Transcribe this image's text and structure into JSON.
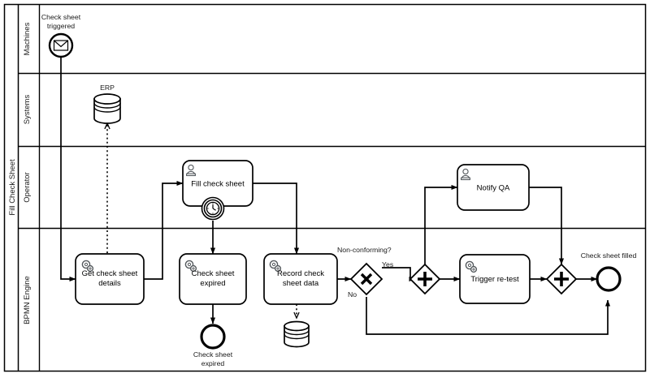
{
  "pool": {
    "name": "Fill Check Sheet",
    "lanes": [
      {
        "id": "machines",
        "label": "Machines"
      },
      {
        "id": "systems",
        "label": "Systems"
      },
      {
        "id": "operator",
        "label": "Operator"
      },
      {
        "id": "bpmn_engine",
        "label": "BPMN Engine"
      }
    ]
  },
  "events": {
    "start_message": {
      "label": "Check sheet\ntriggered",
      "line1": "Check sheet",
      "line2": "triggered",
      "type": "message-start-event",
      "lane": "machines"
    },
    "timer_boundary": {
      "label": "",
      "type": "timer-boundary-event",
      "attached_to": "fill_check_sheet"
    },
    "end_expired": {
      "line1": "Check sheet",
      "line2": "expired",
      "type": "end-event",
      "lane": "bpmn_engine"
    },
    "end_filled": {
      "label": "Check sheet filled",
      "type": "end-event",
      "lane": "bpmn_engine"
    }
  },
  "tasks": {
    "fill_check_sheet": {
      "label": "Fill check sheet",
      "type": "user-task",
      "lane": "operator"
    },
    "notify_qa": {
      "label": "Notify QA",
      "type": "user-task",
      "lane": "operator"
    },
    "get_check_sheet_details": {
      "line1": "Get check sheet",
      "line2": "details",
      "type": "service-task",
      "lane": "bpmn_engine"
    },
    "check_sheet_expired": {
      "line1": "Check sheet",
      "line2": "expired",
      "type": "service-task",
      "lane": "bpmn_engine"
    },
    "record_check_sheet_data": {
      "line1": "Record check",
      "line2": "sheet data",
      "type": "service-task",
      "lane": "bpmn_engine"
    },
    "trigger_retest": {
      "label": "Trigger re-test",
      "type": "service-task",
      "lane": "bpmn_engine"
    }
  },
  "gateways": {
    "non_conforming": {
      "label": "Non-conforming?",
      "type": "exclusive-gateway",
      "lane": "bpmn_engine"
    },
    "parallel_split": {
      "label": "",
      "type": "parallel-gateway",
      "lane": "bpmn_engine"
    },
    "parallel_join": {
      "label": "",
      "type": "parallel-gateway",
      "lane": "bpmn_engine"
    }
  },
  "data_stores": {
    "erp": {
      "label": "ERP",
      "lane": "systems"
    },
    "record_store": {
      "label": "",
      "lane": "bpmn_engine"
    }
  },
  "flow_labels": {
    "yes": "Yes",
    "no": "No"
  },
  "colors": {
    "stroke": "#000000",
    "background": "#ffffff",
    "icon": "#555a5e"
  }
}
